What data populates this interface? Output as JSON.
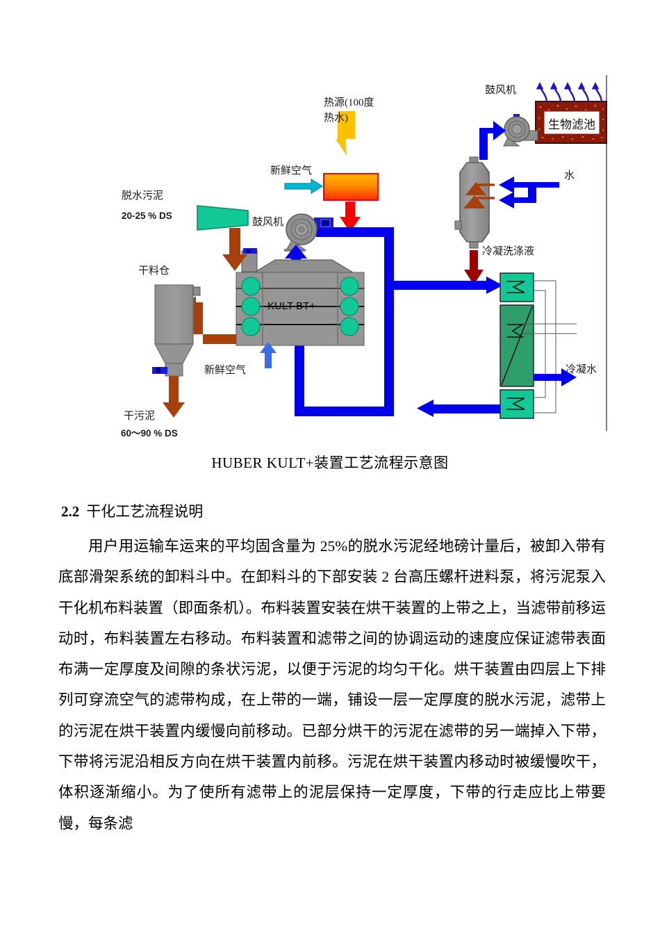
{
  "document": {
    "figure_caption": "HUBER KULT+装置工艺流程示意图",
    "section_number": "2.2",
    "section_title": "干化工艺流程说明",
    "paragraph": "用户用运输车运来的平均固含量为 25%的脱水污泥经地磅计量后，被卸入带有底部滑架系统的卸料斗中。在卸料斗的下部安装 2 台高压螺杆进料泵，将污泥泵入干化机布料装置（即面条机）。布料装置安装在烘干装置的上带之上，当滤带前移运动时，布料装置左右移动。布料装置和滤带之间的协调运动的速度应保证滤带表面布满一定厚度及间隙的条状污泥，以便于污泥的均匀干化。烘干装置由四层上下排列可穿流空气的滤带构成，在上带的一端，铺设一层一定厚度的脱水污泥，滤带上的污泥在烘干装置内缓慢向前移动。已部分烘干的污泥在滤带的另一端掉入下带，下带将污泥沿相反方向在烘干装置内前移。污泥在烘干装置内移动时被缓慢吹干，体积逐渐缩小。为了使所有滤带上的泥层保持一定厚度，下带的行走应比上带要慢，每条滤"
  },
  "diagram": {
    "labels": {
      "heat_source": "热源(100度\n热水)",
      "fresh_air_top": "新鲜空气",
      "fresh_air_bottom": "新鲜空气",
      "dewatered_sludge": "脱水污泥",
      "dewatered_sludge_ds": "20-25 % DS",
      "dry_silo": "干料仓",
      "dry_sludge": "干污泥",
      "dry_sludge_ds": "60～90 % DS",
      "blower_left": "鼓风机",
      "blower_right": "鼓风机",
      "biofilter": "生物滤池",
      "water": "水",
      "condensate_scrubbing_liquid": "冷凝洗涤液",
      "condensate_water": "冷凝水",
      "dryer_unit": "KULT BT+"
    },
    "colors": {
      "process_blue": "#0000ee",
      "fresh_air_blue": "#3a6ee8",
      "cyan_arrow": "#00b7d4",
      "brown": "#a8400c",
      "dark_red": "#9c0000",
      "heat_yellow": "#ffc000",
      "heat_red": "#ff0000",
      "green_teal": "#11c896",
      "green_dark": "#2e9e6b",
      "grey_equipment": "#969696",
      "biofilter_maroon": "#8b1a0a",
      "page_rule_navy": "#2f2f8f"
    }
  }
}
